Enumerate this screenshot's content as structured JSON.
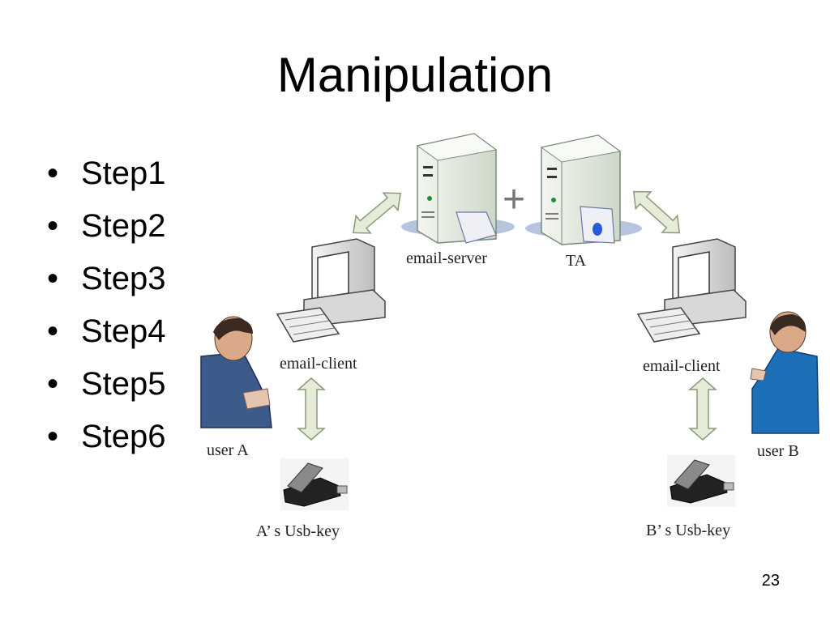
{
  "slide": {
    "title": "Manipulation",
    "bullets": [
      "Step1",
      "Step2",
      "Step3",
      "Step4",
      "Step5",
      "Step6"
    ],
    "page_number": "23"
  },
  "diagram": {
    "email_server_label": "email-server",
    "ta_label": "TA",
    "client_a_label": "email-client",
    "client_b_label": "email-client",
    "user_a_label": "user A",
    "user_b_label": "user B",
    "usb_a_label": "A’ s Usb-key",
    "usb_b_label": "B’ s Usb-key",
    "plus_sign": "+"
  },
  "colors": {
    "server_body": "#e4ebe2",
    "server_shadow": "#a9b9d6",
    "arrow_fill": "#e6ecd8",
    "arrow_stroke": "#8a9a7a",
    "user_shirt": "#3c5a8a",
    "user_b_shirt": "#1d6fb8"
  }
}
